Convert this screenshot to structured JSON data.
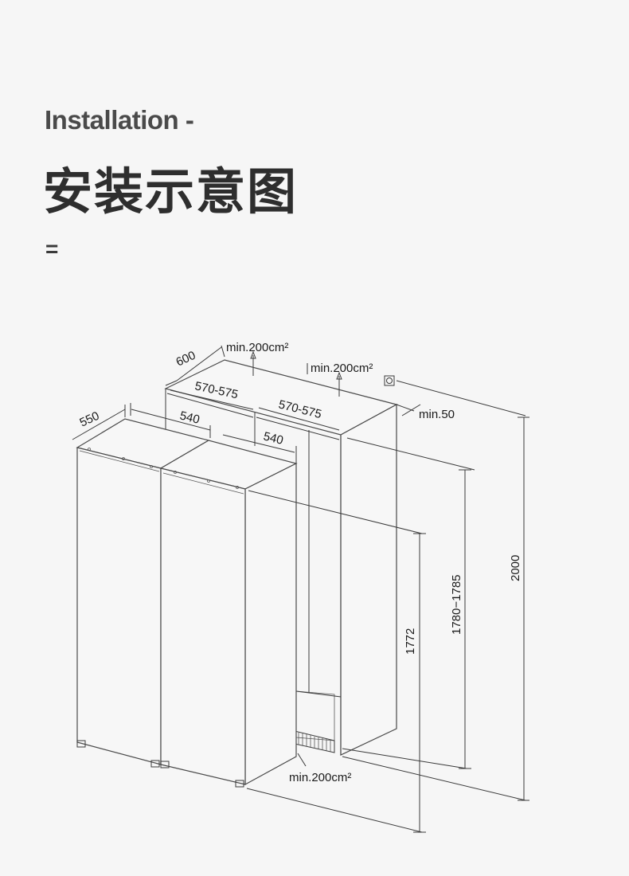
{
  "header": {
    "title_en": "Installation -",
    "title_cn": "安装示意图",
    "separator": "="
  },
  "dimensions": {
    "depth_600": "600",
    "vent_top_left": "min.200cm²",
    "vent_top_right": "min.200cm²",
    "niche_width_left": "570-575",
    "niche_width_right": "570-575",
    "unit_width_550": "550",
    "unit_width_540_left": "540",
    "unit_width_540_right": "540",
    "gap_min50": "min.50",
    "height_1772": "1772",
    "height_1780_1785": "1780−1785",
    "height_2000": "2000",
    "vent_bottom": "min.200cm²"
  },
  "colors": {
    "background": "#f6f6f6",
    "line": "#3a3a3a",
    "text": "#1a1a1a"
  }
}
